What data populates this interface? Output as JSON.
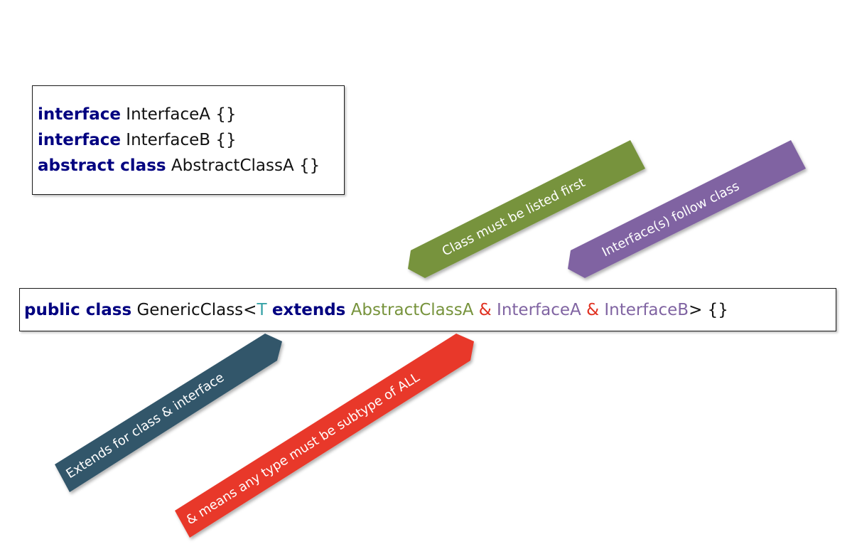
{
  "declarations": [
    {
      "keyword": "interface",
      "name": "InterfaceA {}"
    },
    {
      "keyword": "interface",
      "name": "InterfaceB {}"
    },
    {
      "keyword": "abstract class",
      "name": "AbstractClassA {}"
    }
  ],
  "main_line": {
    "kw_public_class": "public class",
    "class_name": "GenericClass<",
    "type_param": "T",
    "kw_extends": "extends",
    "bound_class": "AbstractClassA",
    "amp1": "&",
    "bound_iface_a": "InterfaceA",
    "amp2": "&",
    "bound_iface_b": "InterfaceB",
    "closing": "> {}"
  },
  "callouts": {
    "class_first": "Class must be listed first",
    "interfaces_follow": "Interface(s) follow class",
    "extends_for_both": "Extends for class & interface",
    "ampersand_meaning": "& means any type must be subtype of ALL"
  },
  "colors": {
    "keyword": "#000080",
    "type_param": "#36a2a6",
    "class_bound": "#77933c",
    "interface_bound": "#8064a2",
    "ampersand": "#e03020",
    "callout_green": "#77933c",
    "callout_purple": "#8064a2",
    "callout_teal": "#31566a",
    "callout_red": "#e8392a"
  }
}
